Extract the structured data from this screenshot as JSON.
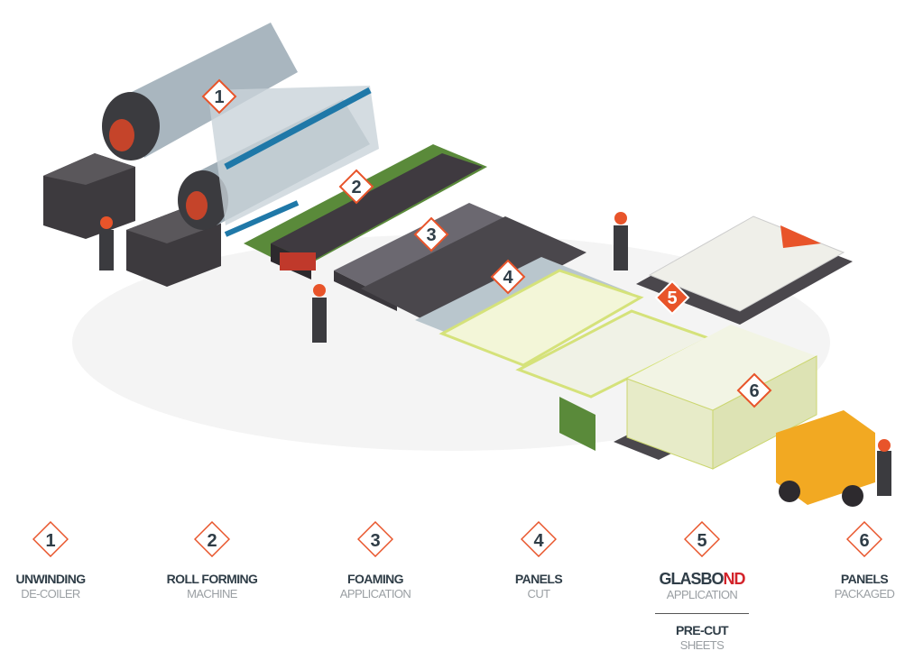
{
  "markers": [
    "1",
    "2",
    "3",
    "4",
    "5",
    "6"
  ],
  "steps": [
    {
      "number": "1",
      "title": "UNWINDING",
      "subtitle": "DE-COILER"
    },
    {
      "number": "2",
      "title": "ROLL FORMING",
      "subtitle": "MACHINE"
    },
    {
      "number": "3",
      "title": "FOAMING",
      "subtitle": "APPLICATION"
    },
    {
      "number": "4",
      "title": "PANELS",
      "subtitle": "CUT"
    },
    {
      "number": "5",
      "logo_part1": "GLASBO",
      "logo_part2": "ND",
      "subtitle": "APPLICATION",
      "alt_title": "PRE-CUT",
      "alt_subtitle": "SHEETS"
    },
    {
      "number": "6",
      "title": "PANELS",
      "subtitle": "PACKAGED"
    }
  ],
  "colors": {
    "accent": "#e8542a",
    "text": "#2f3d47",
    "muted": "#9a9fa3",
    "brand_red": "#d3232a"
  }
}
